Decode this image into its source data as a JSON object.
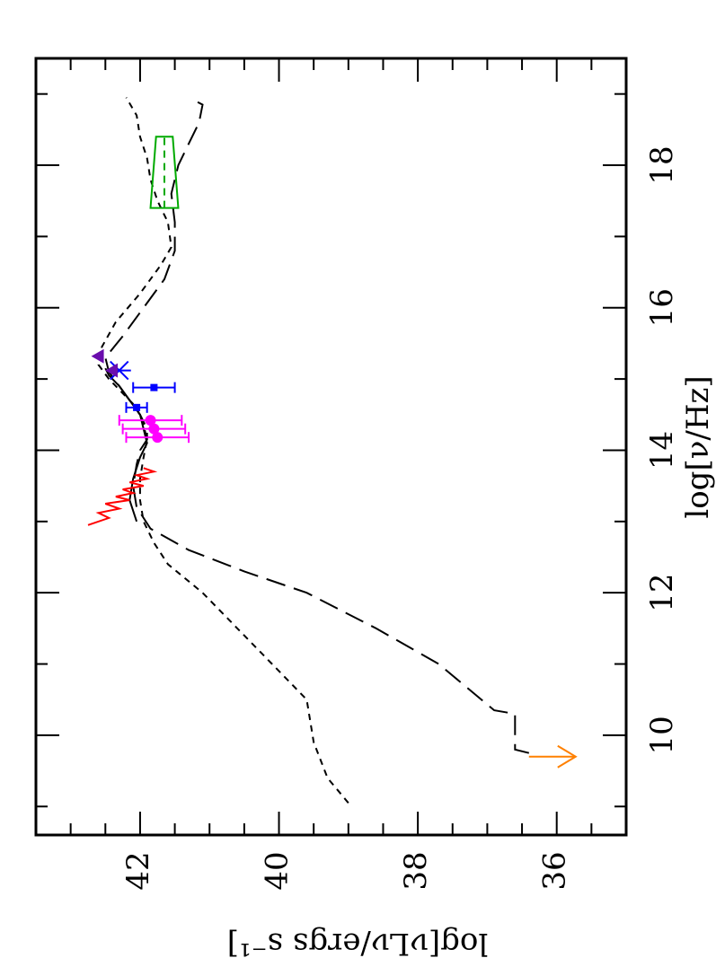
{
  "chart_data": {
    "type": "line",
    "orientation": "rotated-90-clockwise",
    "xlabel": "log[ν/Hz]",
    "ylabel": "log[νLν/ergs s⁻¹]",
    "xlim": [
      8.6,
      19.5
    ],
    "ylim": [
      35,
      43.5
    ],
    "x_ticks": [
      10,
      12,
      14,
      16,
      18
    ],
    "y_ticks": [
      36,
      38,
      40,
      42
    ],
    "x_tick_labels": [
      "10",
      "12",
      "14",
      "16",
      "18"
    ],
    "y_tick_labels": [
      "36",
      "38",
      "40",
      "42"
    ],
    "grid": false,
    "series": [
      {
        "style": "short-dash",
        "color": "#000000",
        "x": [
          9.05,
          9.4,
          9.9,
          10.5,
          11.0,
          11.5,
          12.0,
          12.4,
          12.7,
          13.0,
          13.3,
          13.6,
          13.9,
          14.15,
          14.35,
          14.6,
          14.8,
          15.0,
          15.2,
          15.45,
          15.8,
          16.2,
          16.6,
          16.85,
          17.2,
          17.5,
          17.8,
          18.1,
          18.4,
          18.7,
          18.95
        ],
        "y": [
          39.0,
          39.3,
          39.5,
          39.6,
          40.1,
          40.6,
          41.1,
          41.6,
          41.8,
          41.95,
          42.0,
          42.0,
          41.95,
          41.9,
          41.95,
          42.05,
          42.25,
          42.45,
          42.6,
          42.55,
          42.35,
          42.0,
          41.7,
          41.55,
          41.6,
          41.75,
          41.85,
          41.9,
          42.0,
          42.05,
          42.2
        ]
      },
      {
        "style": "long-dash",
        "color": "#000000",
        "x": [
          9.75,
          9.8,
          10.0,
          10.3,
          10.35,
          11.0,
          11.5,
          12.0,
          12.3,
          12.6,
          12.9,
          13.2,
          13.5,
          13.8,
          14.0,
          14.15,
          14.3,
          14.5,
          14.7,
          14.9,
          15.1,
          15.3,
          15.6,
          16.0,
          16.4,
          16.8,
          17.2,
          17.6,
          18.0,
          18.3,
          18.6,
          18.85,
          18.9
        ],
        "y": [
          36.4,
          36.6,
          36.6,
          36.6,
          36.9,
          37.7,
          38.6,
          39.6,
          40.5,
          41.3,
          41.85,
          42.05,
          42.1,
          42.05,
          42.0,
          41.9,
          41.9,
          42.0,
          42.15,
          42.3,
          42.45,
          42.5,
          42.25,
          41.95,
          41.65,
          41.5,
          41.5,
          41.55,
          41.45,
          41.3,
          41.15,
          41.1,
          41.2
        ]
      },
      {
        "style": "solid",
        "color": "#000000",
        "x": [
          13.0,
          13.3,
          13.6,
          13.9,
          14.1,
          14.3,
          14.5,
          14.7,
          14.9,
          15.05,
          15.15
        ],
        "y": [
          42.05,
          42.15,
          42.1,
          42.0,
          41.9,
          41.95,
          42.0,
          42.15,
          42.3,
          42.45,
          42.5
        ]
      },
      {
        "style": "solid",
        "color": "#ff0000",
        "x": [
          12.95,
          13.05,
          13.12,
          13.18,
          13.25,
          13.3,
          13.35,
          13.4,
          13.45,
          13.5,
          13.55,
          13.6,
          13.65,
          13.7,
          13.75
        ],
        "y": [
          42.75,
          42.45,
          42.6,
          42.3,
          42.5,
          42.15,
          42.35,
          42.1,
          42.25,
          41.95,
          42.15,
          41.9,
          42.05,
          41.8,
          41.95
        ]
      }
    ],
    "points": [
      {
        "marker": "circle",
        "color": "#ff00ff",
        "x": 14.18,
        "y": 41.75,
        "yerr": 0.45
      },
      {
        "marker": "circle",
        "color": "#ff00ff",
        "x": 14.3,
        "y": 41.8,
        "yerr": 0.45
      },
      {
        "marker": "circle",
        "color": "#ff00ff",
        "x": 14.42,
        "y": 41.85,
        "yerr": 0.45
      },
      {
        "marker": "square",
        "color": "#0000ff",
        "x": 14.6,
        "y": 42.05,
        "yerr": 0.15
      },
      {
        "marker": "square",
        "color": "#0000ff",
        "x": 14.88,
        "y": 41.8,
        "yerr": 0.3
      },
      {
        "marker": "cross",
        "color": "#0000ff",
        "x": 15.12,
        "y": 42.3
      },
      {
        "marker": "triangle",
        "color": "#6a0dad",
        "x": 15.12,
        "y": 42.4
      },
      {
        "marker": "triangle",
        "color": "#6a0dad",
        "x": 15.32,
        "y": 42.6
      }
    ],
    "xray_bowtie": {
      "color": "#00aa00",
      "x": [
        17.4,
        18.4
      ],
      "y_center": 41.65,
      "half_width": 0.2
    },
    "upper_limit": {
      "color": "#ff8000",
      "x": 9.7,
      "y": 36.4
    }
  }
}
